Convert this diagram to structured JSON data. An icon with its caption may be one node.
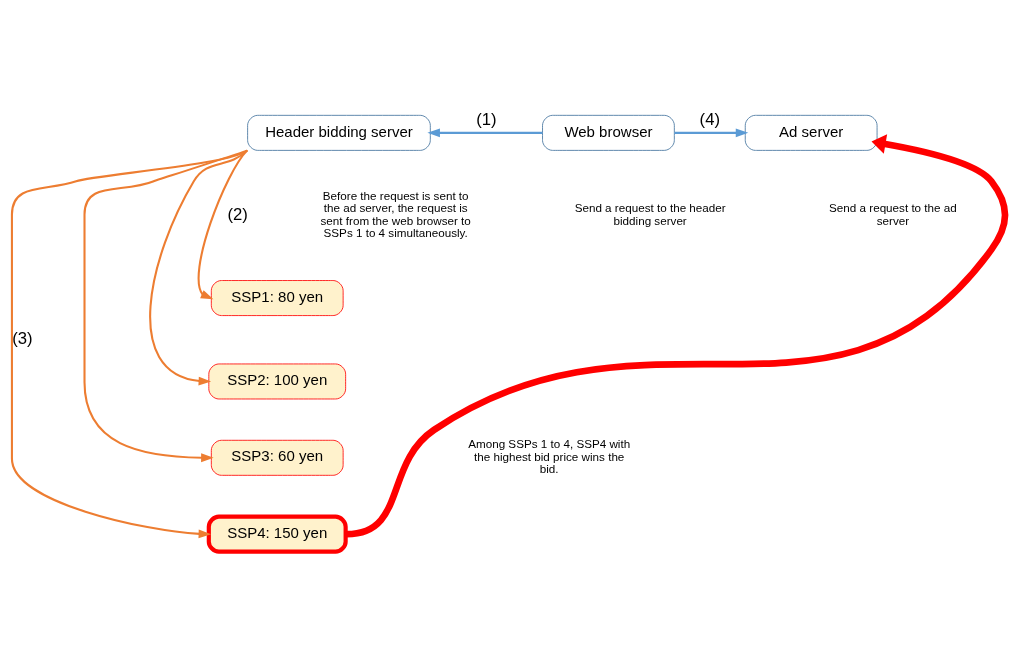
{
  "diagram": {
    "nodes": [
      {
        "text": [
          "Header bidding server"
        ]
      },
      {
        "text": [
          "Web browser"
        ]
      },
      {
        "text": [
          "Ad server"
        ]
      },
      {
        "text": [
          "SSP1: 80 yen"
        ]
      },
      {
        "text": [
          "SSP2: 100 yen"
        ]
      },
      {
        "text": [
          "SSP3: 60 yen"
        ]
      },
      {
        "text": [
          "SSP4: 150 yen"
        ]
      }
    ],
    "edges": [
      {
        "from": 1,
        "to": 0,
        "arrow": "to",
        "label": "(1)",
        "color": "#5b9bd5"
      },
      {
        "from": 1,
        "to": 2,
        "arrow": "to",
        "label": "(4)",
        "color": "#5b9bd5"
      },
      {
        "from": 0,
        "to": 3,
        "arrow": "to",
        "label": "(2)",
        "color": "#ed7d31"
      },
      {
        "from": 0,
        "to": 4,
        "arrow": "to",
        "color": "#ed7d31"
      },
      {
        "from": 0,
        "to": 5,
        "arrow": "to",
        "color": "#ed7d31"
      },
      {
        "from": 0,
        "to": 6,
        "arrow": "to",
        "label": "(3)",
        "color": "#ed7d31"
      },
      {
        "from": 6,
        "to": 2,
        "arrow": "to",
        "style": "thick",
        "color": "#ff0000"
      }
    ],
    "labels": [
      "Before the request is sent to the ad server, the request is sent from the web browser to SSPs 1 to 4 simultaneously.",
      "Send a request to the header bidding server",
      "Send a request to the ad server",
      "Among SSPs 1 to 4, SSP4 with the highest bid price wins the bid."
    ]
  }
}
